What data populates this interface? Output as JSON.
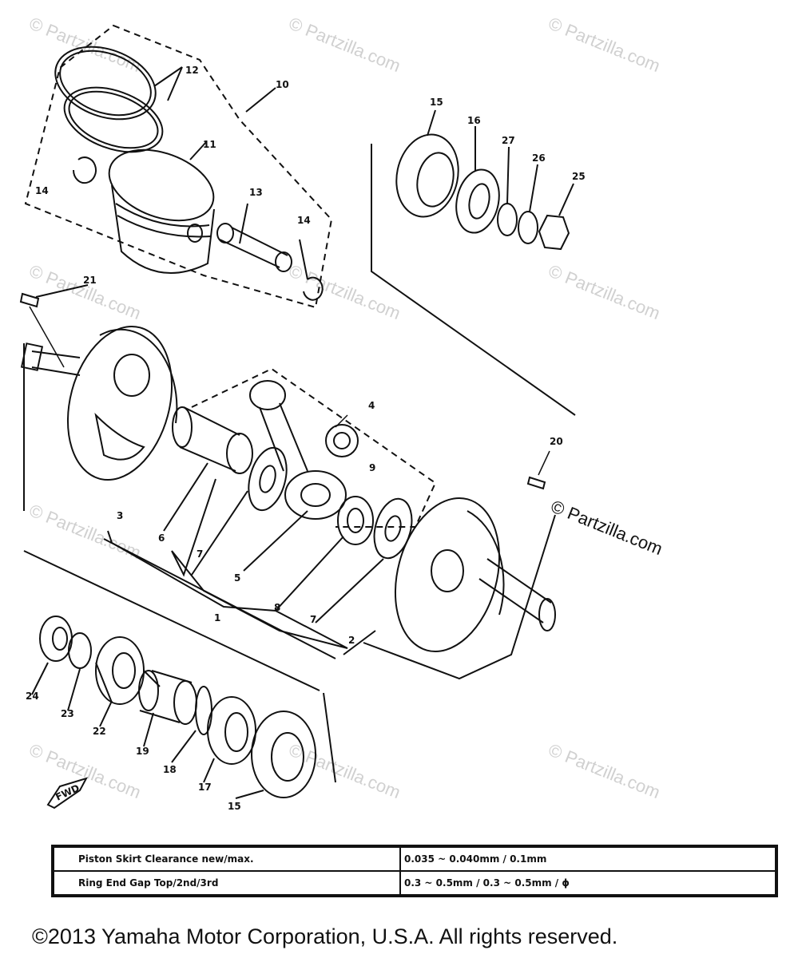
{
  "watermarks": {
    "faded": "© Partzilla.com",
    "dark": "© Partzilla.com"
  },
  "callouts": [
    "12",
    "10",
    "11",
    "13",
    "14",
    "14",
    "21",
    "4",
    "9",
    "3",
    "6",
    "7",
    "5",
    "8",
    "7",
    "1",
    "2",
    "20",
    "15",
    "16",
    "27",
    "26",
    "25",
    "24",
    "23",
    "22",
    "19",
    "18",
    "17",
    "15"
  ],
  "badge": "FWD",
  "spec_table": {
    "rows": [
      {
        "name": "Piston Skirt Clearance new/max.",
        "value": "0.035 ~ 0.040mm / 0.1mm"
      },
      {
        "name": "Ring End Gap Top/2nd/3rd",
        "value": "0.3 ~ 0.5mm / 0.3 ~ 0.5mm / ϕ"
      }
    ]
  },
  "copyright": "©2013  Yamaha Motor Corporation, U.S.A. All rights reserved."
}
